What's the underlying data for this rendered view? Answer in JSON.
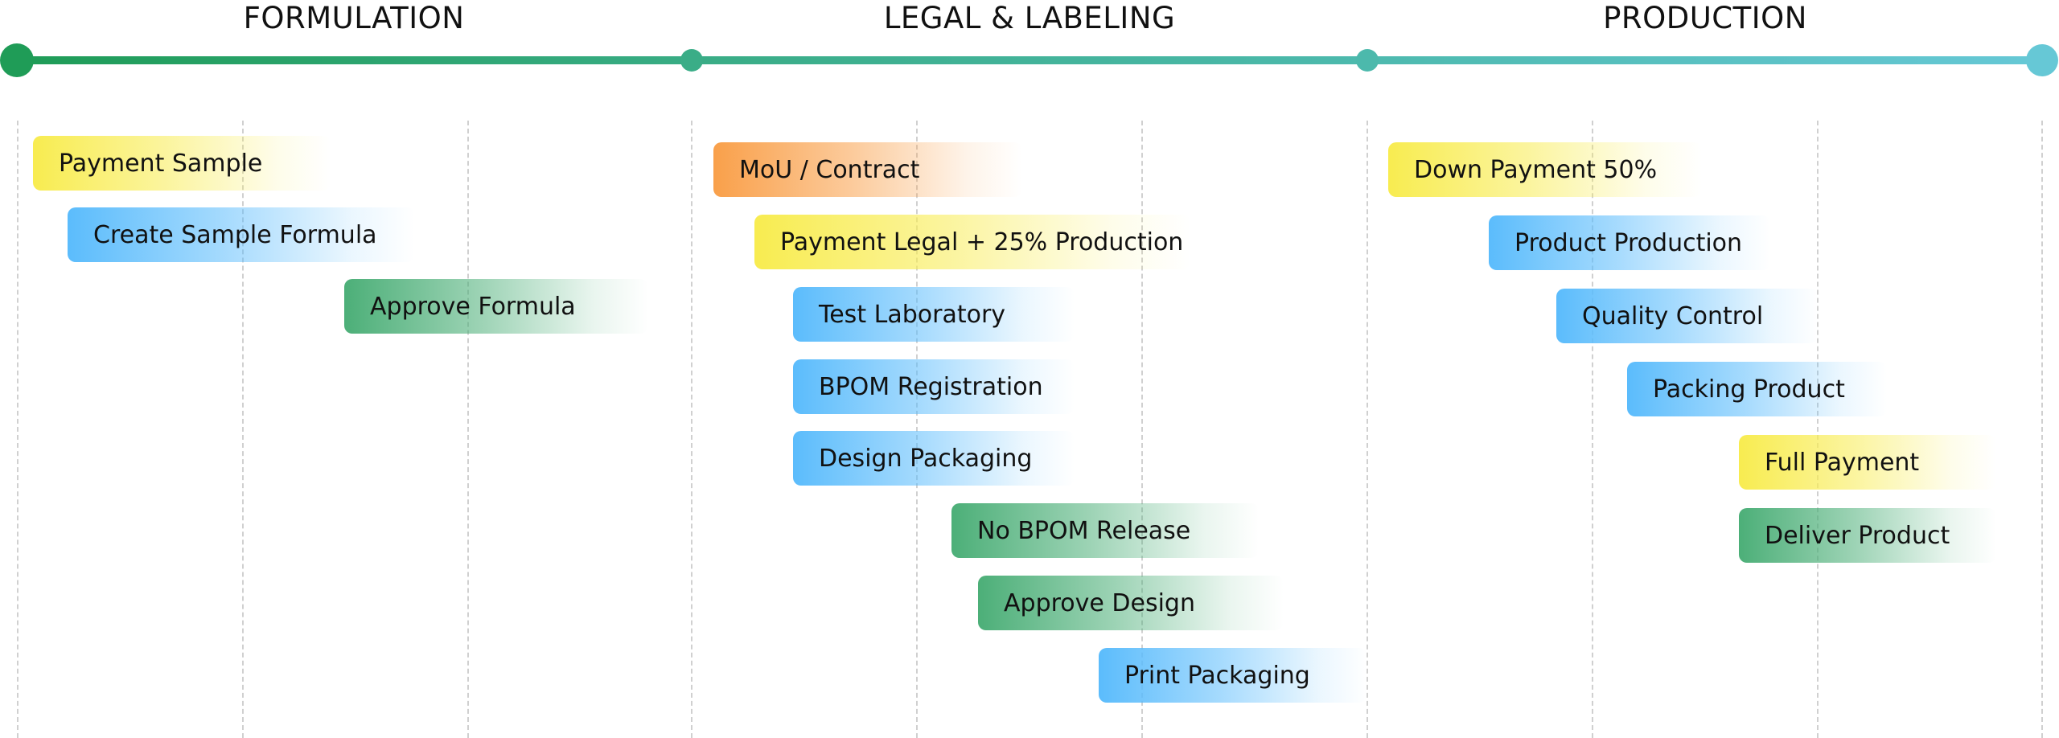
{
  "colors": {
    "yellow": "#f8ec50",
    "blue": "#5bbcfc",
    "green": "#4caf78",
    "orange": "#f9a04a",
    "timeline_start": "#1f9c57",
    "timeline_end": "#66c8d6"
  },
  "phases": [
    {
      "title": "FORMULATION",
      "tasks": [
        {
          "label": "Payment Sample",
          "type": "payment"
        },
        {
          "label": "Create Sample Formula",
          "type": "process"
        },
        {
          "label": "Approve Formula",
          "type": "approval"
        }
      ]
    },
    {
      "title": "LEGAL & LABELING",
      "tasks": [
        {
          "label": "MoU / Contract",
          "type": "contract"
        },
        {
          "label": "Payment Legal + 25% Production",
          "type": "payment"
        },
        {
          "label": "Test Laboratory",
          "type": "process"
        },
        {
          "label": "BPOM Registration",
          "type": "process"
        },
        {
          "label": "Design Packaging",
          "type": "process"
        },
        {
          "label": "No BPOM Release",
          "type": "approval"
        },
        {
          "label": "Approve Design",
          "type": "approval"
        },
        {
          "label": "Print Packaging",
          "type": "process"
        }
      ]
    },
    {
      "title": "PRODUCTION",
      "tasks": [
        {
          "label": "Down Payment 50%",
          "type": "payment"
        },
        {
          "label": "Product Production",
          "type": "process"
        },
        {
          "label": "Quality Control",
          "type": "process"
        },
        {
          "label": "Packing Product",
          "type": "process"
        },
        {
          "label": "Full Payment",
          "type": "payment"
        },
        {
          "label": "Deliver Product",
          "type": "approval"
        }
      ]
    }
  ]
}
